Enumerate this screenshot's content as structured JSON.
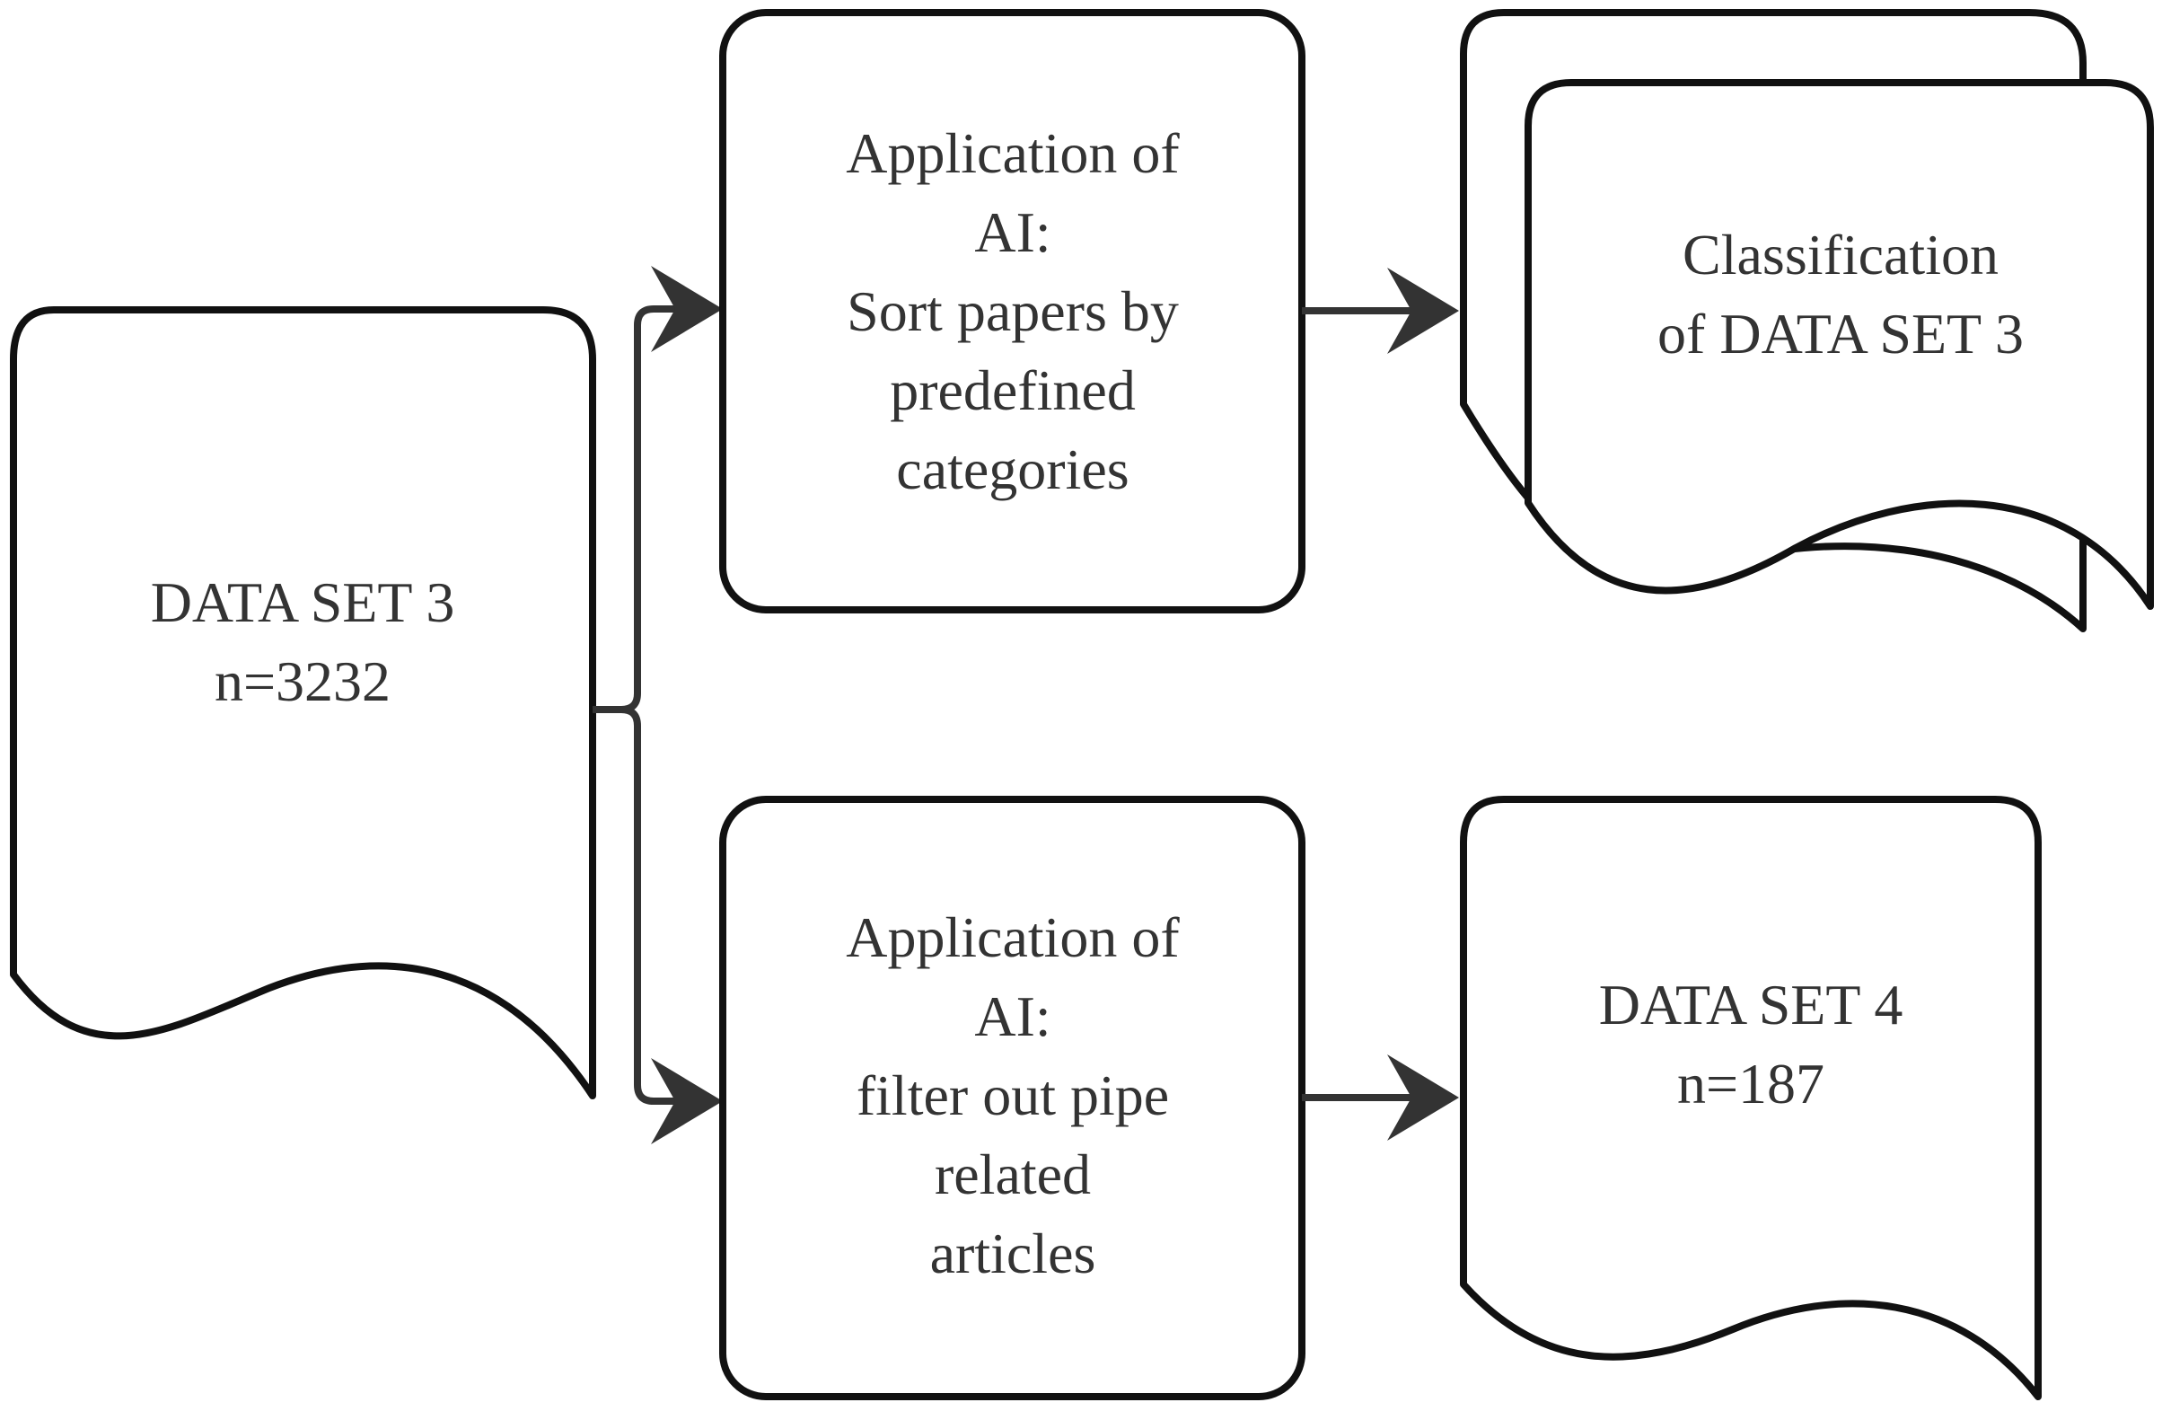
{
  "nodes": {
    "data_set_3": {
      "lines": [
        "DATA SET 3",
        "n=3232"
      ]
    },
    "ai_sort": {
      "lines": [
        "Application of",
        "AI:",
        "Sort papers by",
        "predefined",
        "categories"
      ]
    },
    "classification": {
      "lines": [
        "Classification",
        "of DATA SET 3"
      ]
    },
    "ai_filter": {
      "lines": [
        "Application of",
        "AI:",
        "filter out pipe",
        "related",
        "articles"
      ]
    },
    "data_set_4": {
      "lines": [
        "DATA SET 4",
        "n=187"
      ]
    }
  },
  "colors": {
    "stroke": "#111111",
    "text": "#333333",
    "arrow": "#333333",
    "background": "#ffffff"
  }
}
